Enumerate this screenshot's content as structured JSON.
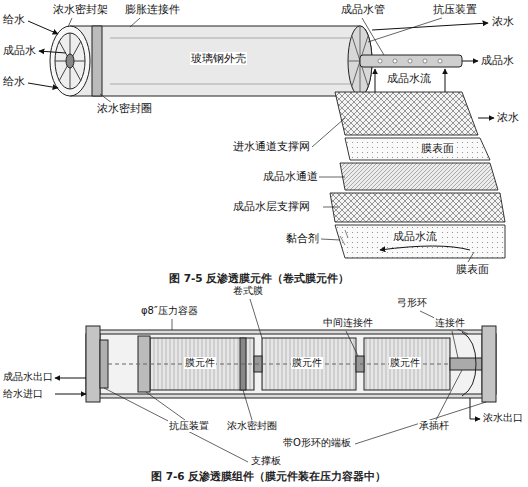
{
  "diagram": {
    "labels": [
      "浓水密封架",
      "膨胀连接件",
      "成品水管",
      "抗压装置",
      "浓水",
      "给水",
      "成品水",
      "给水",
      "成品水",
      "玻璃钢外壳",
      "成品水流",
      "浓水密封圈",
      "浓水",
      "进水通道支撑网",
      "膜表面",
      "成品水通道",
      "成品水层支撑网",
      "黏合剂",
      "成品水流",
      "膜表面",
      "图 7-5 反渗透膜元件（卷式膜元件）",
      "卷式膜",
      "φ8″压力容器",
      "弓形环",
      "中间连接件",
      "连接件",
      "成品水出口",
      "给水进口",
      "膜元件",
      "膜元件",
      "膜元件",
      "浓水出口",
      "抗压装置",
      "浓水密封圈",
      "承插杆",
      "带O形环的端板",
      "支撑板",
      "图 7-6 反渗透膜组件（膜元件装在压力容器中）"
    ]
  }
}
